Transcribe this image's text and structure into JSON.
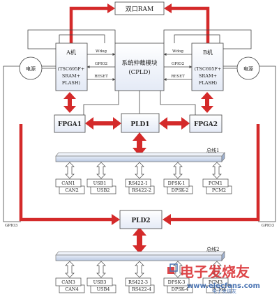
{
  "colors": {
    "arrow_red": "#d42a2a",
    "box_fill": "#e9eef8",
    "box_fill_top": "#ffffff",
    "bus_fill": "#c9d6ea",
    "line": "#444444",
    "watermark_red": "#d8262a",
    "watermark_blue": "#2f5fa8"
  },
  "nodes": {
    "dual_ram": "双口RAM",
    "cpu_a": {
      "title": "A机",
      "line1": "(TSC695F+",
      "line2": "SRAM+",
      "line3": "FLASH)"
    },
    "cpu_b": {
      "title": "B机",
      "line1": "(TSC695F+",
      "line2": "SRAM+",
      "line3": "FLASH)"
    },
    "cpld": {
      "line1": "系统仲裁模块",
      "line2": "(CPLD)"
    },
    "power_left": "电源",
    "power_right": "电源",
    "fpga1": "FPGA1",
    "fpga2": "FPGA2",
    "pld1": "PLD1",
    "pld2": "PLD2"
  },
  "signals": {
    "wdog_left": "Wdog",
    "gpio2_left": "GPIO2",
    "reset_left": "RESET",
    "wdog_right": "Wdog",
    "gpio2_right": "GPIO2",
    "reset_right": "RESET",
    "gpio3_left": "GPIO3",
    "gpio3_right": "GPIO3"
  },
  "bus1": {
    "label": "总线1",
    "devices": [
      [
        "CAN1",
        "CAN2"
      ],
      [
        "USB1",
        "USB2"
      ],
      [
        "RS422-1",
        "RS422-2"
      ],
      [
        "DPSK-1",
        "DPSK-2"
      ],
      [
        "PCM1",
        "PCM2"
      ]
    ]
  },
  "bus2": {
    "label": "总线2",
    "devices": [
      [
        "CAN3",
        "CAN4"
      ],
      [
        "USB3",
        "USB4"
      ],
      [
        "RS422-3",
        "RS422-4"
      ],
      [
        "DPSK-3",
        "DPSK-4"
      ],
      [
        "PCM3",
        "PCM4"
      ]
    ]
  },
  "watermark": {
    "main": "电子发烧友",
    "url": "www.elecfans.com",
    "site": "电子发烧友"
  }
}
